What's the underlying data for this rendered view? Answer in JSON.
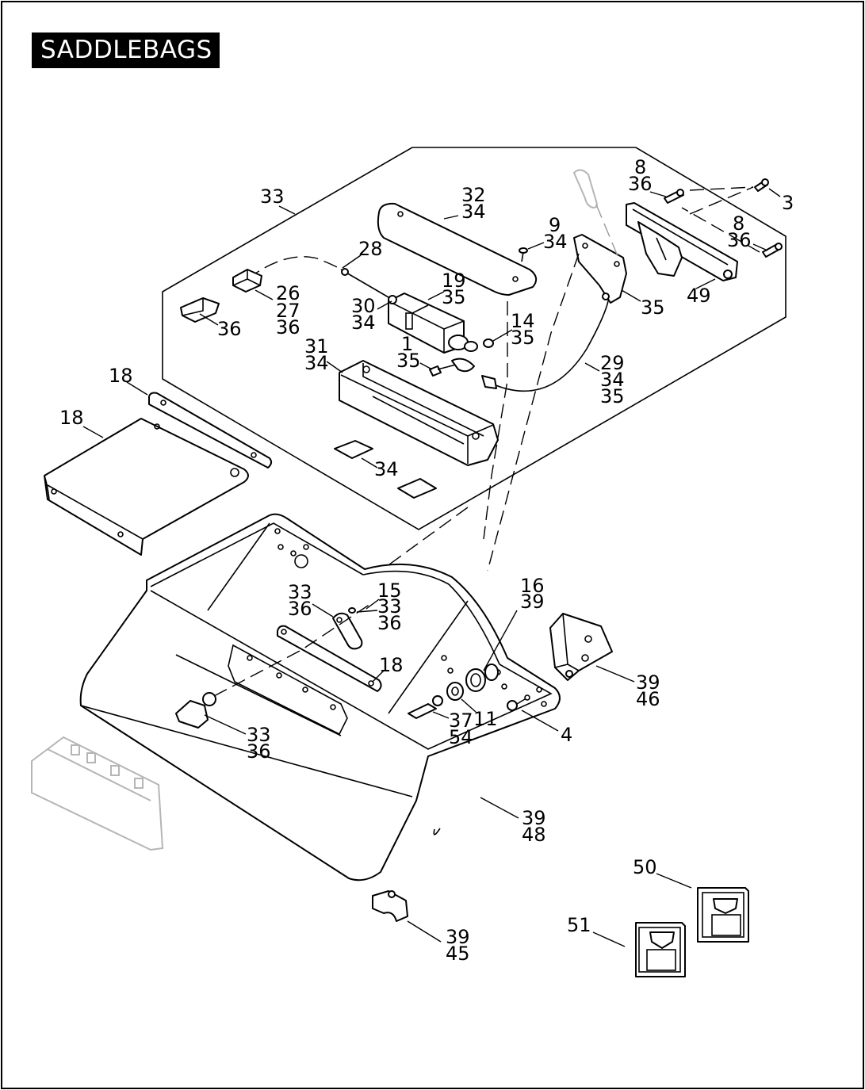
{
  "title": "SADDLEBAGS",
  "callouts": {
    "c33_top": "33",
    "c32": "32",
    "c34_lid": "34",
    "c8a": "8",
    "c36_8a": "36",
    "c3": "3",
    "c9": "9",
    "c34_9": "34",
    "c8b": "8",
    "c36_8b": "36",
    "c28": "28",
    "c26": "26",
    "c27": "27",
    "c36_26": "36",
    "c19": "19",
    "c35_19": "35",
    "c30": "30",
    "c34_30": "34",
    "c35_bracket": "35",
    "c49": "49",
    "c36_left": "36",
    "c14": "14",
    "c35_14": "35",
    "c31": "31",
    "c34_31": "34",
    "c1": "1",
    "c35_1": "35",
    "c29": "29",
    "c34_29": "34",
    "c35_29": "35",
    "c18_a": "18",
    "c18_b": "18",
    "c34_pads": "34",
    "c33_mid": "33",
    "c36_mid": "36",
    "c15": "15",
    "c33_15": "33",
    "c36_15": "36",
    "c16": "16",
    "c39_16": "39",
    "c18_c": "18",
    "c39_46": "39",
    "c46": "46",
    "c33_low": "33",
    "c36_low": "36",
    "c37": "37",
    "c54": "54",
    "c11": "11",
    "c4": "4",
    "c39_48": "39",
    "c48": "48",
    "c50": "50",
    "c39_45": "39",
    "c45": "45",
    "c51": "51"
  }
}
